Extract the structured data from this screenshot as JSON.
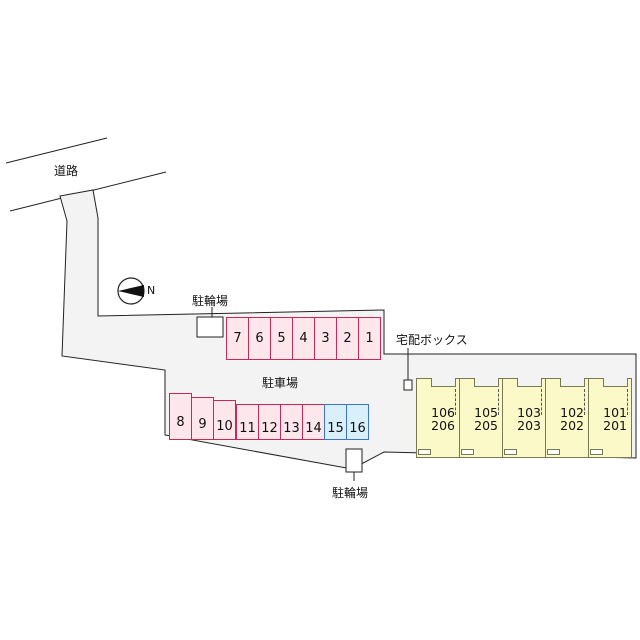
{
  "map": {
    "road_label": "道路",
    "bicycle_label_top": "駐輪場",
    "bicycle_label_bottom": "駐輪場",
    "parking_label": "駐車場",
    "delivery_box_label": "宅配ボックス",
    "compass_glyph": "N",
    "compass_icon": "north-arrow-icon",
    "colors": {
      "ground": "#f3f3f3",
      "parking_pink": "#fde6ec",
      "parking_pink_border": "#c42a55",
      "parking_blue": "#d9f0fb",
      "parking_blue_border": "#3d74c4",
      "building": "#fbf9c8"
    },
    "top_row_slots": [
      "7",
      "6",
      "5",
      "4",
      "3",
      "2",
      "1"
    ],
    "bottom_row_slots": [
      {
        "label": "8",
        "color": "pink"
      },
      {
        "label": "9",
        "color": "pink"
      },
      {
        "label": "10",
        "color": "pink"
      },
      {
        "label": "11",
        "color": "pink"
      },
      {
        "label": "12",
        "color": "pink"
      },
      {
        "label": "13",
        "color": "pink"
      },
      {
        "label": "14",
        "color": "pink"
      },
      {
        "label": "15",
        "color": "blue"
      },
      {
        "label": "16",
        "color": "blue"
      }
    ],
    "units": [
      {
        "first_floor": "106",
        "second_floor": "206"
      },
      {
        "first_floor": "105",
        "second_floor": "205"
      },
      {
        "first_floor": "103",
        "second_floor": "203"
      },
      {
        "first_floor": "102",
        "second_floor": "202"
      },
      {
        "first_floor": "101",
        "second_floor": "201"
      }
    ]
  }
}
